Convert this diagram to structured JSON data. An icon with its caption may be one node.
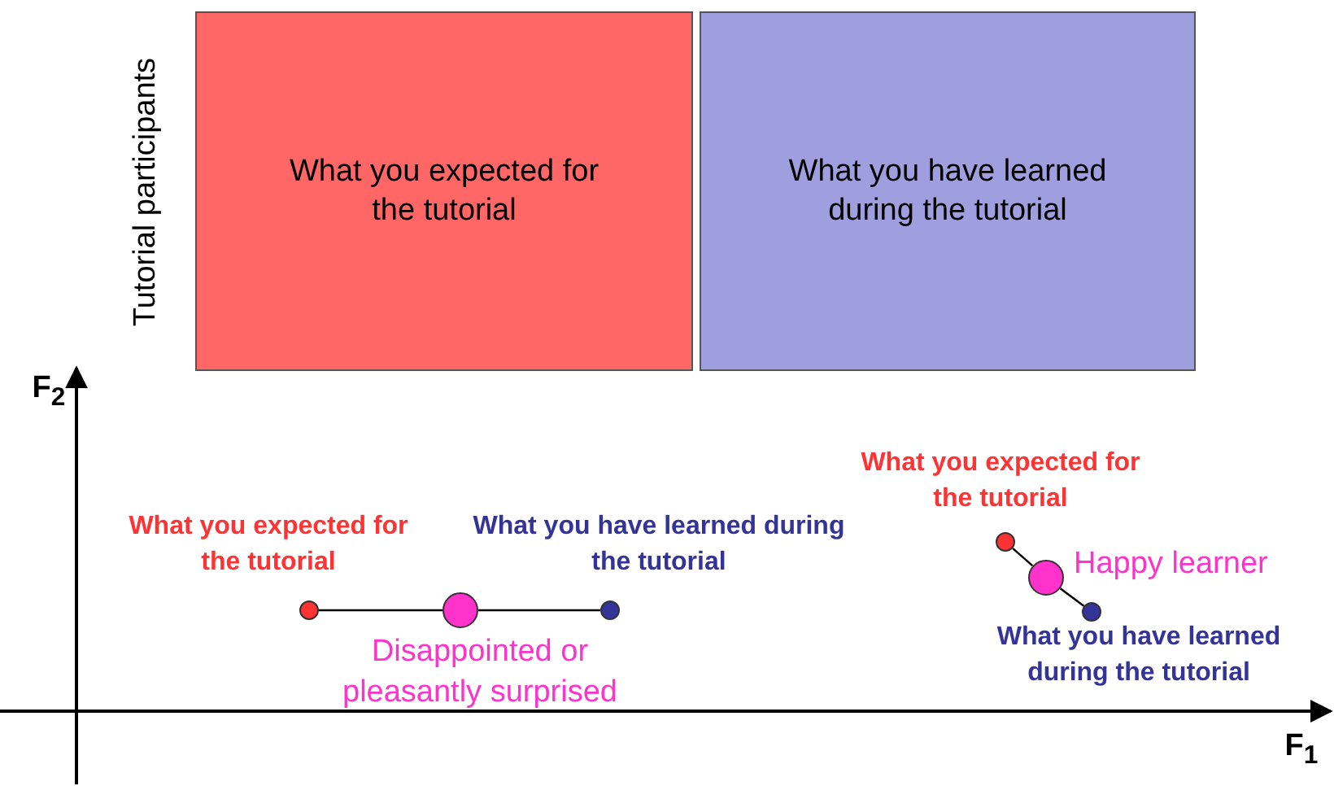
{
  "diagram": {
    "nodes": [
      {
        "text": [
          "What you expected for the tutorial"
        ]
      },
      {
        "text": [
          "What you have learned during the tutorial"
        ]
      },
      {
        "text": [],
        "shape": "circle",
        "beside": [
          "What you expected for the tutorial"
        ]
      },
      {
        "text": [],
        "shape": "circle",
        "beside": [
          "Disappointed or pleasantly surprised"
        ]
      },
      {
        "text": [],
        "shape": "circle",
        "beside": [
          "What you have learned during the tutorial"
        ]
      },
      {
        "text": [],
        "shape": "circle",
        "beside": [
          "What you expected for the tutorial"
        ]
      },
      {
        "text": [],
        "shape": "circle",
        "beside": [
          "Happy learner"
        ]
      },
      {
        "text": [],
        "shape": "circle",
        "beside": [
          "What you have learned during the tutorial"
        ]
      }
    ],
    "edges": [
      {
        "from": 2,
        "to": 3,
        "arrow": "none"
      },
      {
        "from": 3,
        "to": 4,
        "arrow": "none"
      },
      {
        "from": 5,
        "to": 6,
        "arrow": "none"
      },
      {
        "from": 6,
        "to": 7,
        "arrow": "none"
      }
    ],
    "labels": [
      "Tutorial participants",
      "F$_{2}$",
      "F$_{1}$"
    ]
  }
}
